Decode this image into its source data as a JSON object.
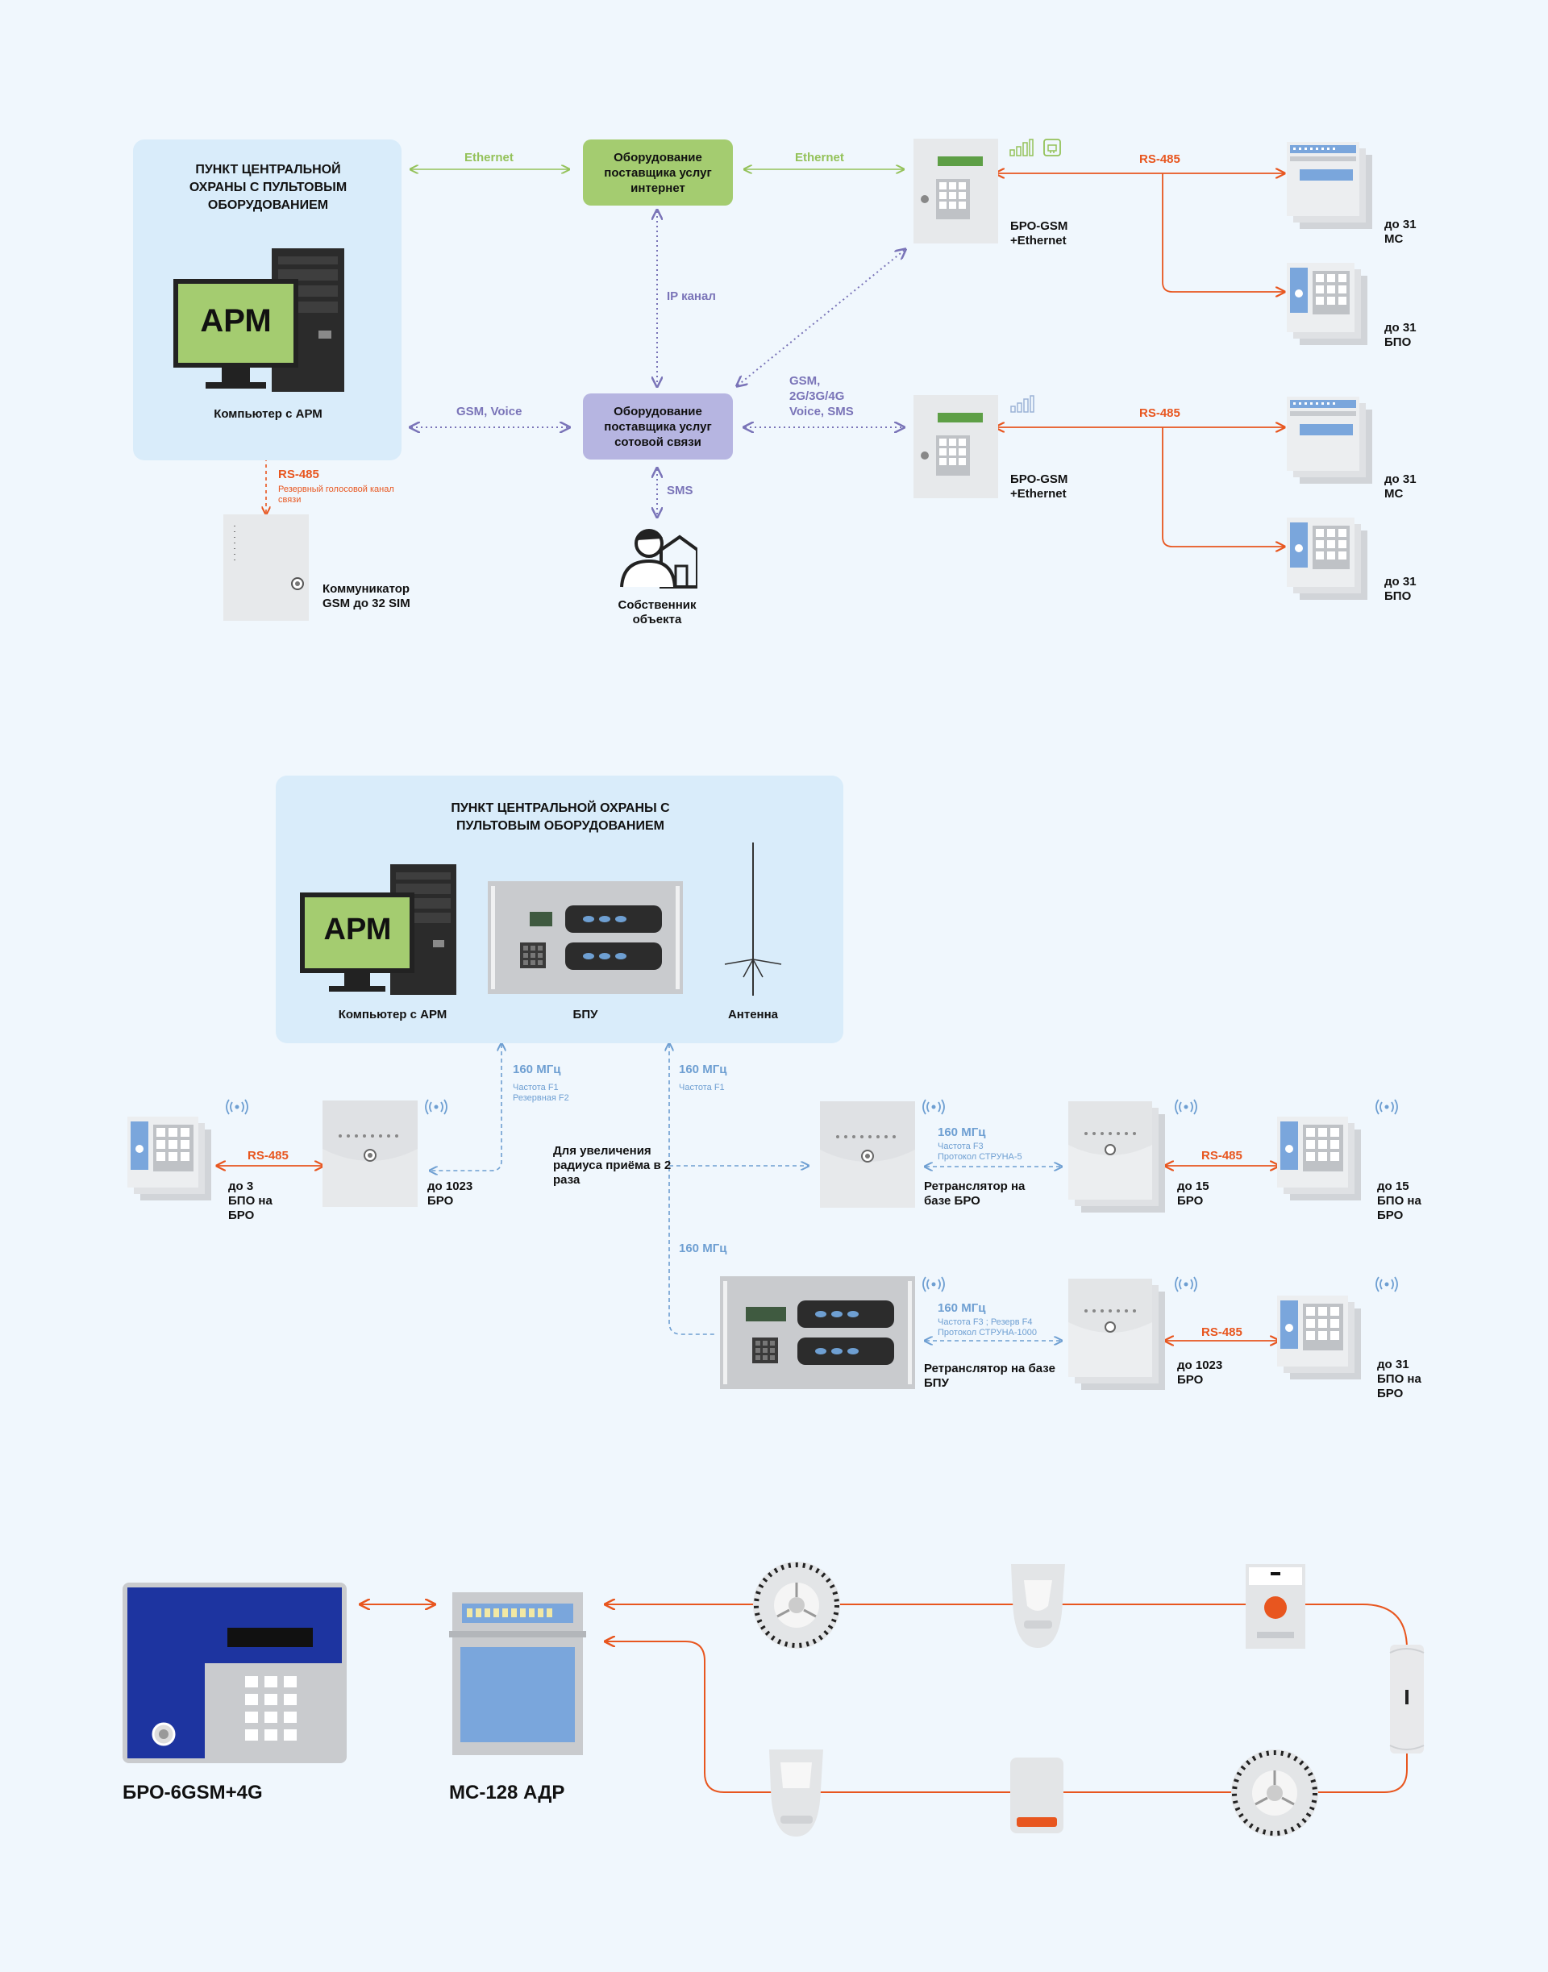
{
  "section1": {
    "central_title": "ПУНКТ ЦЕНТРАЛЬНОЙ ОХРАНЫ С ПУЛЬТОВЫМ ОБОРУДОВАНИЕМ",
    "arm_text": "АРМ",
    "pc_caption": "Компьютер с АРМ",
    "internet_box": "Оборудование поставщика услуг интернет",
    "cellular_box": "Оборудование поставщика услуг сотовой связи",
    "ethernet_left": "Ethernet",
    "ethernet_right": "Ethernet",
    "ip_channel": "IP канал",
    "gsm_voice": "GSM, Voice",
    "gsm_multi": "GSM,\n2G/3G/4G\nVoice, SMS",
    "sms": "SMS",
    "owner": "Собственник объекта",
    "rs485_left": "RS-485",
    "rs485_left_note": "Резервный голосовой канал связи",
    "communicator": "Коммуникатор GSM до 32 SIM",
    "bro_top": "БРО-GSM +Ethernet",
    "bro_bottom": "БРО-GSM +Ethernet",
    "rs485_top": "RS-485",
    "rs485_bottom": "RS-485",
    "ms_top": "до 31 МС",
    "bpo_top": "до 31 БПО",
    "ms_bottom": "до 31 МС",
    "bpo_bottom": "до 31 БПО"
  },
  "section2": {
    "central_title": "ПУНКТ ЦЕНТРАЛЬНОЙ ОХРАНЫ С ПУЛЬТОВЫМ ОБОРУДОВАНИЕМ",
    "arm_text": "АРМ",
    "pc_caption": "Компьютер с АРМ",
    "bpu_caption": "БПУ",
    "antenna_caption": "Антенна",
    "freq_left": "160 МГц",
    "freq_left_note": "Частота F1\nРезервная F2",
    "freq_mid": "160 МГц",
    "freq_mid_note": "Частота F1",
    "freq_lower": "160 МГц",
    "rs485_left": "RS-485",
    "left_bpo": "до 3 БПО на БРО",
    "left_bro": "до 1023 БРО",
    "increase_note": "Для увеличения радиуса приёма в 2 раза",
    "relay1_caption": "Ретранслятор на базе БРО",
    "relay1_freq": "160 МГц",
    "relay1_note": "Частота F3\nПротокол СТРУНА-5",
    "relay1_bro": "до 15 БРО",
    "relay1_rs485": "RS-485",
    "relay1_bpo": "до 15 БПО на БРО",
    "relay2_caption": "Ретранслятор на базе БПУ",
    "relay2_freq": "160 МГц",
    "relay2_note": "Частота F3 ; Резерв F4\nПротокол СТРУНА-1000",
    "relay2_bro": "до 1023 БРО",
    "relay2_rs485": "RS-485",
    "relay2_bpo": "до 31 БПО на БРО"
  },
  "section3": {
    "device1": "БРО-6GSM+4G",
    "device2": "МС-128 АДР"
  },
  "colors": {
    "green": "#94c25a",
    "violet": "#7a74b8",
    "orange": "#e8561f",
    "blue": "#6e9fd2",
    "panel": "#d9ecfa"
  }
}
